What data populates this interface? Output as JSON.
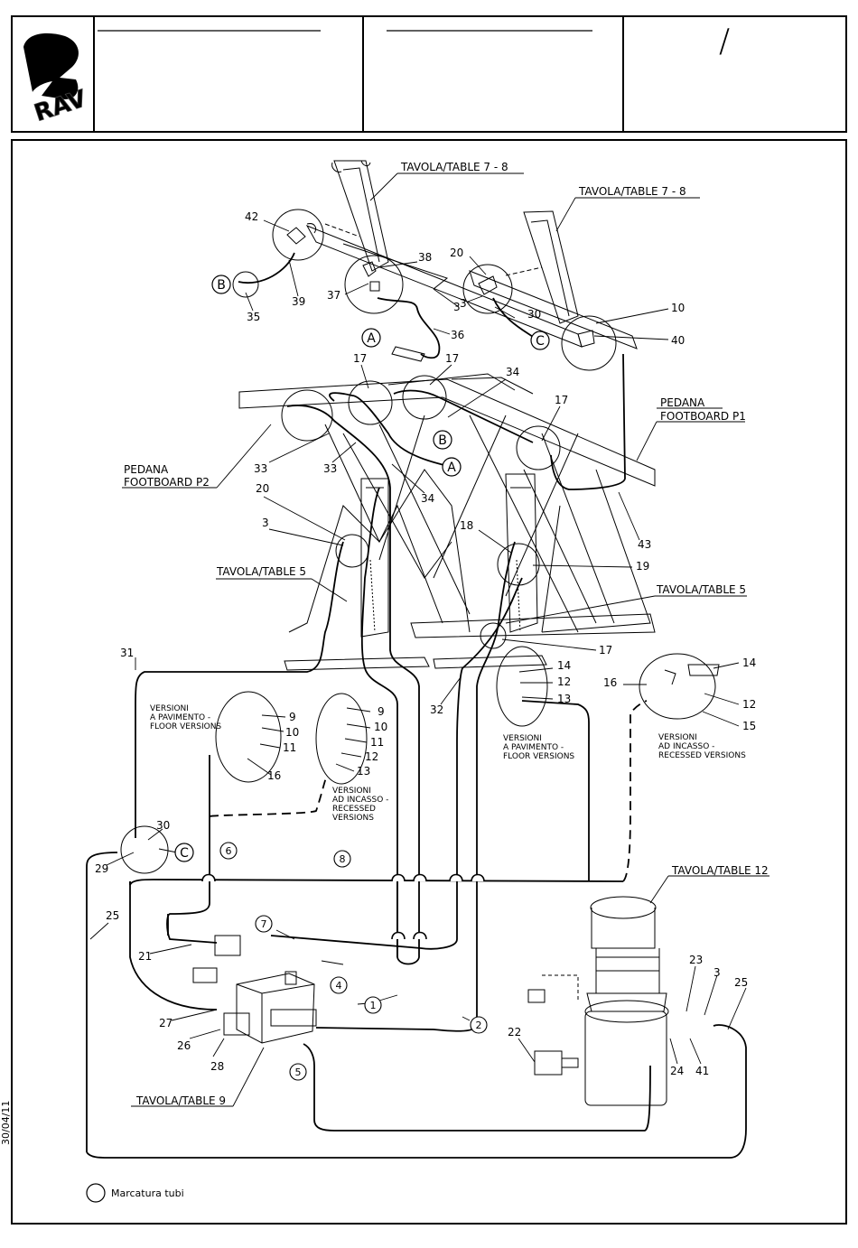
{
  "header": {
    "logo_text": "RAV",
    "sheet_mark": "/"
  },
  "date_code": "30/04/11",
  "tables": {
    "t78a": "TAVOLA/TABLE 7 - 8",
    "t78b": "TAVOLA/TABLE 7 - 8",
    "t5a": "TAVOLA/TABLE 5",
    "t5b": "TAVOLA/TABLE 5",
    "t12": "TAVOLA/TABLE 12",
    "t9": "TAVOLA/TABLE 9"
  },
  "footboards": {
    "p1_l1": "PEDANA",
    "p1_l2": "FOOTBOARD P1",
    "p2_l1": "PEDANA",
    "p2_l2": "FOOTBOARD P2"
  },
  "notes": {
    "floor_a1": "VERSIONI",
    "floor_a2": "A PAVIMENTO -",
    "floor_a3": "FLOOR VERSIONS",
    "rec_a1": "VERSIONI",
    "rec_a2": "AD INCASSO -",
    "rec_a3": "RECESSED",
    "rec_a4": "VERSIONS",
    "floor_b1": "VERSIONI",
    "floor_b2": "A PAVIMENTO -",
    "floor_b3": "FLOOR VERSIONS",
    "rec_b1": "VERSIONI",
    "rec_b2": "AD INCASSO -",
    "rec_b3": "RECESSED VERSIONS"
  },
  "connectors": {
    "a1": "A",
    "a2": "A",
    "b1": "B",
    "b2": "B",
    "c1": "C",
    "c2": "C"
  },
  "hose_marks": [
    "1",
    "2",
    "4",
    "5",
    "6",
    "7",
    "8"
  ],
  "legend": {
    "label": "Marcatura tubi"
  },
  "part_numbers": {
    "n42": "42",
    "n39": "39",
    "n35": "35",
    "n38": "38",
    "n37": "37",
    "n3a": "3",
    "n36": "36",
    "n20a": "20",
    "n3b": "3",
    "n30a": "30",
    "n10a": "10",
    "n40": "40",
    "n17a": "17",
    "n17b": "17",
    "n34a": "34",
    "n17c": "17",
    "n33a": "33",
    "n33b": "33",
    "n34b": "34",
    "n20b": "20",
    "n3c": "3",
    "n18": "18",
    "n19": "19",
    "n43": "43",
    "n17d": "17",
    "n31": "31",
    "n32": "32",
    "n14a": "14",
    "n12a": "12",
    "n13a": "13",
    "n16a": "16",
    "n14b": "14",
    "n12b": "12",
    "n15": "15",
    "n9a": "9",
    "n10b": "10",
    "n11a": "11",
    "n16b": "16",
    "n9b": "9",
    "n10c": "10",
    "n11b": "11",
    "n12c": "12",
    "n13b": "13",
    "n30b": "30",
    "n29": "29",
    "n25a": "25",
    "n21": "21",
    "n27": "27",
    "n26": "26",
    "n28": "28",
    "n23": "23",
    "n3d": "3",
    "n25b": "25",
    "n22": "22",
    "n24": "24",
    "n41": "41"
  }
}
